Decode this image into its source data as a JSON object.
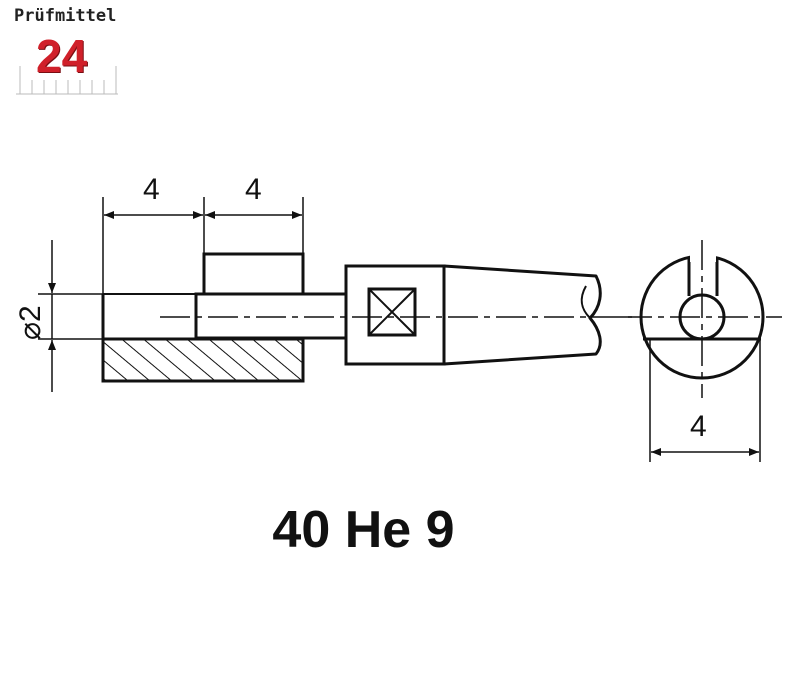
{
  "logo": {
    "brand_text": "Prüfmittel",
    "brand_number": "24",
    "brand_color": "#d0202a"
  },
  "drawing": {
    "dim_left_width": "4",
    "dim_right_width": "4",
    "dim_diameter": "⌀2",
    "dim_end_view_width": "4"
  },
  "caption": "40 He 9"
}
